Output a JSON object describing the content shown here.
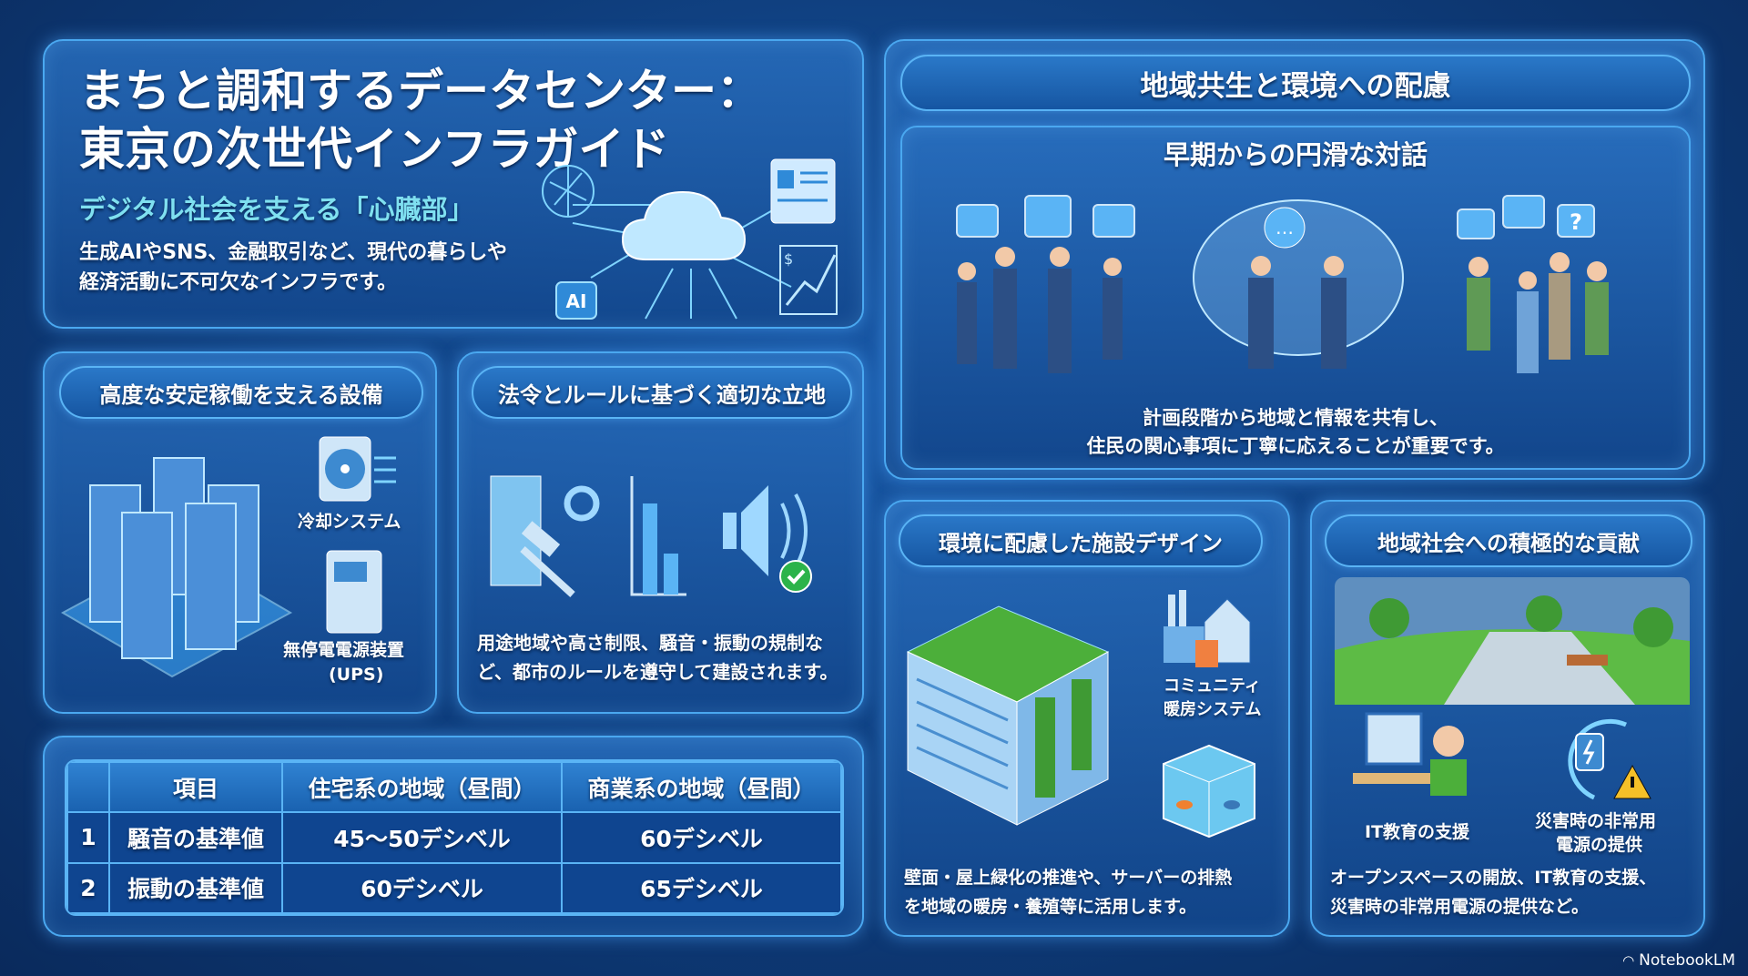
{
  "title": {
    "line1": "まちと調和するデータセンター：",
    "line2": "東京の次世代インフラガイド",
    "subtitle": "デジタル社会を支える「心臓部」",
    "body_line1": "生成AIやSNS、金融取引など、現代の暮らしや",
    "body_line2": "経済活動に不可欠なインフラです。",
    "ai_chip": "AI",
    "dollar": "$"
  },
  "equipment": {
    "heading": "高度な安定稼働を支える設備",
    "cooling_label": "冷却システム",
    "ups_label_line1": "無停電電源装置",
    "ups_label_line2": "(UPS)"
  },
  "law": {
    "heading": "法令とルールに基づく適切な立地",
    "body_line1": "用途地域や高さ制限、騒音・振動の規制な",
    "body_line2": "ど、都市のルールを遵守して建設されます。"
  },
  "table": {
    "headers": [
      "",
      "項目",
      "住宅系の地域（昼間）",
      "商業系の地域（昼間）"
    ],
    "rows": [
      [
        "1",
        "騒音の基準値",
        "45〜50デシベル",
        "60デシベル"
      ],
      [
        "2",
        "振動の基準値",
        "60デシベル",
        "65デシベル"
      ]
    ]
  },
  "community": {
    "heading": "地域共生と環境への配慮",
    "dialog_heading": "早期からの円滑な対話",
    "dialog_body_line1": "計画段階から地域と情報を共有し、",
    "dialog_body_line2": "住民の関心事項に丁寧に応えることが重要です。",
    "question_mark": "?",
    "ellipsis": "…"
  },
  "environment": {
    "heading": "環境に配慮した施設デザイン",
    "label_line1": "コミュニティ",
    "label_line2": "暖房システム",
    "body_line1": "壁面・屋上緑化の推進や、サーバーの排熱",
    "body_line2": "を地域の暖房・養殖等に活用します。"
  },
  "contribution": {
    "heading": "地域社会への積極的な貢献",
    "it_label": "IT教育の支援",
    "power_label_line1": "災害時の非常用",
    "power_label_line2": "電源の提供",
    "body_line1": "オープンスペースの開放、IT教育の支援、",
    "body_line2": "災害時の非常用電源の提供など。"
  },
  "brand": "NotebookLM"
}
